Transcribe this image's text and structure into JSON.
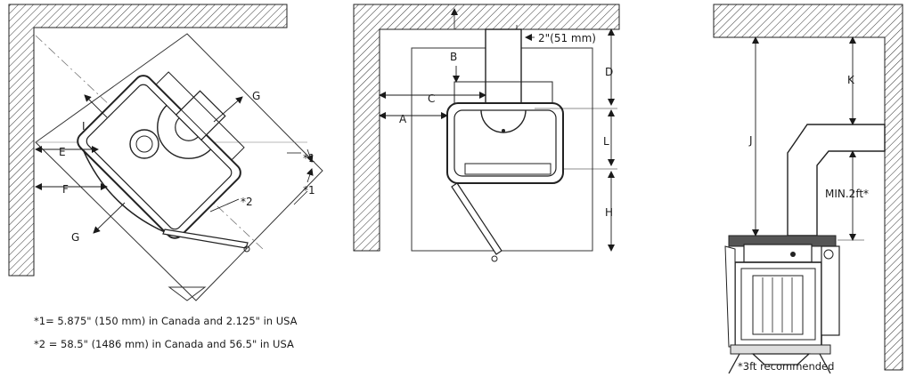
{
  "labels": {
    "A": "A",
    "B": "B",
    "C": "C",
    "D": "D",
    "E": "E",
    "F": "F",
    "G": "G",
    "H": "H",
    "I": "I",
    "J": "J",
    "K": "K",
    "L": "L",
    "star1": "*1",
    "star2": "*2",
    "flue_gap": "2\"(51 mm)",
    "min_2ft": "MIN.2ft*"
  },
  "notes": {
    "note1": "*1= 5.875\" (150 mm) in Canada and 2.125\" in USA",
    "note2": "*2 = 58.5\" (1486 mm) in Canada and 56.5\" in USA",
    "recommend": "*3ft recommended"
  }
}
